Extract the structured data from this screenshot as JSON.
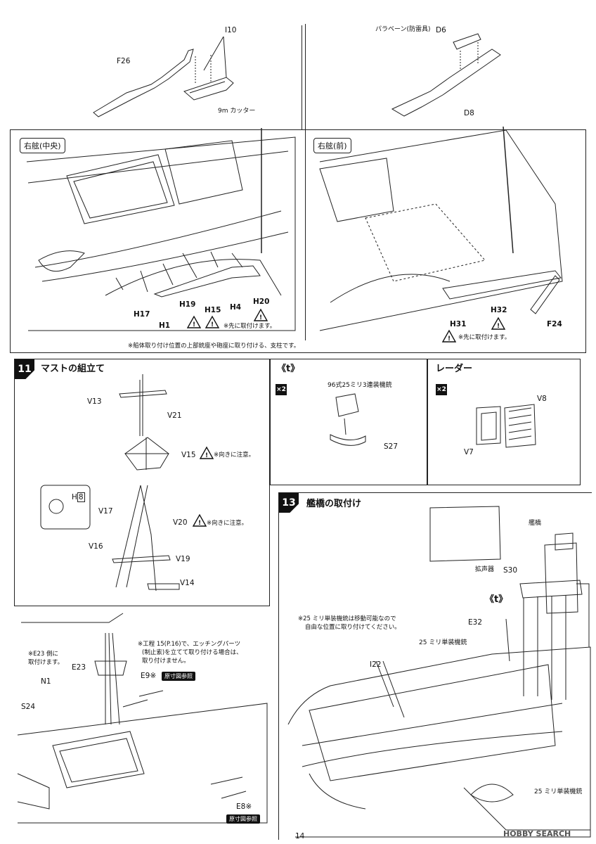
{
  "top_left": {
    "part_i10": "I10",
    "part_f26": "F26",
    "cutter_label": "9m カッター"
  },
  "top_right": {
    "paravane_label": "パラベーン(防雷具)",
    "part_d6": "D6",
    "part_d8": "D8"
  },
  "view_mid": {
    "label": "右舷(中央)",
    "parts": [
      "H17",
      "H1",
      "H19",
      "H15",
      "H4",
      "H20"
    ],
    "note": "※先に取付けます。",
    "footnote": "※船体取り付け位置の上部銃座や砲座に取り付ける、支柱です。"
  },
  "view_fwd": {
    "label": "右舷(前)",
    "parts": [
      "H31",
      "H32",
      "F24"
    ],
    "note": "※先に取付けます。"
  },
  "step11": {
    "number": "11",
    "title": "マストの組立て",
    "parts": {
      "v13": "V13",
      "v21": "V21",
      "v15": "V15",
      "v17": "V17",
      "v20": "V20",
      "v16": "V16",
      "v19": "V19",
      "v14": "V14",
      "h8_prefix": "H",
      "h8_num": "8"
    },
    "note_orientation": "※向きに注意。",
    "e23_note_line1": "※E23 側に",
    "e23_note_line2": "取付けます。",
    "lower_parts": {
      "e23": "E23",
      "n1": "N1",
      "s24": "S24",
      "e9": "E9※",
      "e8": "E8※"
    },
    "etch_note_line1": "※工程 15(P.16)で、エッチングパーツ",
    "etch_note_line2": "(制止索)を立てて取り付ける場合は、",
    "etch_note_line3": "取り付けません。",
    "actual_size_badge": "原寸図参照"
  },
  "box_t": {
    "title": "《t》",
    "multiplier": "×2",
    "gun_label": "96式25ミリ3連装機銃",
    "part_s27": "S27"
  },
  "box_radar": {
    "title": "レーダー",
    "multiplier": "×2",
    "part_v8": "V8",
    "part_v7": "V7"
  },
  "step13": {
    "number": "13",
    "title": "艦橋の取付け",
    "bridge_label": "艦橋",
    "speaker_label": "拡声器",
    "part_s30": "S30",
    "t_label": "《t》",
    "part_e32": "E32",
    "mg_note_line1": "※25 ミリ単装機銃は移動可能なので",
    "mg_note_line2": "自由な位置に取り付けてください。",
    "single_mg_label": "25 ミリ単装機銃",
    "single_mg_label2": "25 ミリ単装機銃",
    "part_i22": "I22"
  },
  "footer": {
    "page_number": "14",
    "watermark": "HOBBY SEARCH"
  }
}
